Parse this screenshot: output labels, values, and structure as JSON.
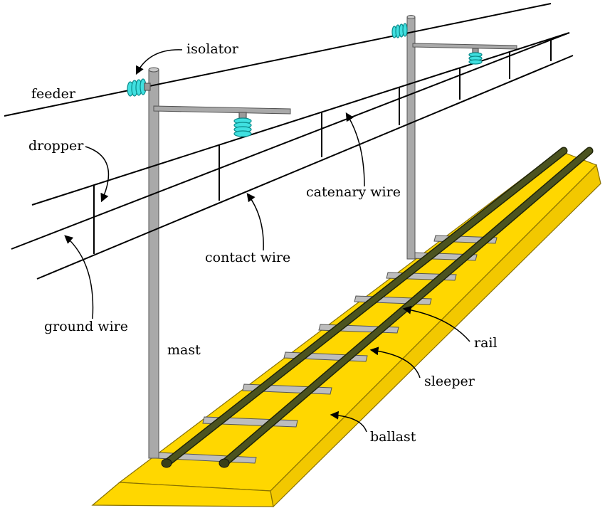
{
  "labels": {
    "isolator": "isolator",
    "feeder": "feeder",
    "dropper": "dropper",
    "catenary_wire": "catenary wire",
    "contact_wire": "contact wire",
    "ground_wire": "ground wire",
    "mast": "mast",
    "rail": "rail",
    "sleeper": "sleeper",
    "ballast": "ballast"
  },
  "colors": {
    "ballast": "#FFD700",
    "ballast_stroke": "#9a8000",
    "rail": "#4B5320",
    "sleeper": "#B8B8B8",
    "mast": "#A9A9A9",
    "isolator": "#40E0E0",
    "wire": "#000000"
  }
}
